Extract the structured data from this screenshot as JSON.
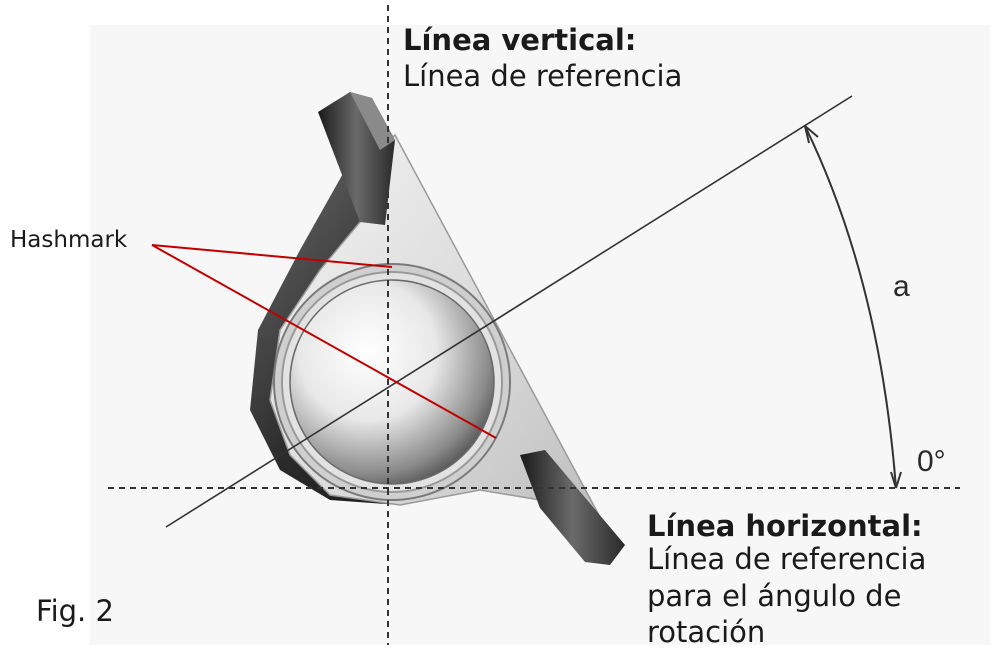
{
  "labels": {
    "vertical_title": "Línea vertical:",
    "vertical_sub": "Línea de referencia",
    "horizontal_title": "Línea horizontal:",
    "horizontal_sub_1": "Línea de referencia",
    "horizontal_sub_2": "para el ángulo de",
    "horizontal_sub_3": "rotación",
    "hashmark": "Hashmark",
    "angle": "a",
    "zero": "0°",
    "figure": "Fig. 2"
  },
  "colors": {
    "leader_line": "#c00000",
    "reference_line": "#333333",
    "part_light": "#d9d9d9",
    "part_dark": "#2a2a2a"
  }
}
